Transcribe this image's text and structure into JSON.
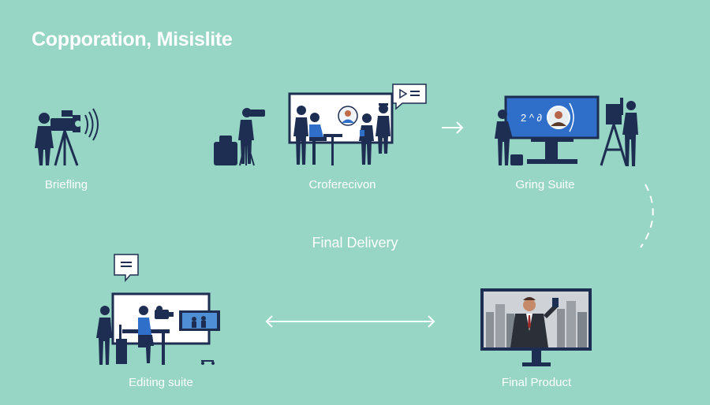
{
  "title": "Copporation, Misislite",
  "stages": {
    "briefing": "Briefling",
    "conference": "Croferecivon",
    "grading": "Gring Suite",
    "final_delivery": "Final Delivery",
    "editing": "Editing suite",
    "final_product": "Final Product"
  },
  "screen_text": {
    "grading_formula": "2 ^ ∂"
  },
  "colors": {
    "background": "#97d5c4",
    "ink": "#1e2d52",
    "screen_blue": "#2f6fc9",
    "white": "#ffffff"
  },
  "icons": [
    "video-camera-icon",
    "signal-waves-icon",
    "play-button-icon",
    "chat-bubble-icon",
    "arrow-right-icon",
    "arrow-double-icon"
  ]
}
